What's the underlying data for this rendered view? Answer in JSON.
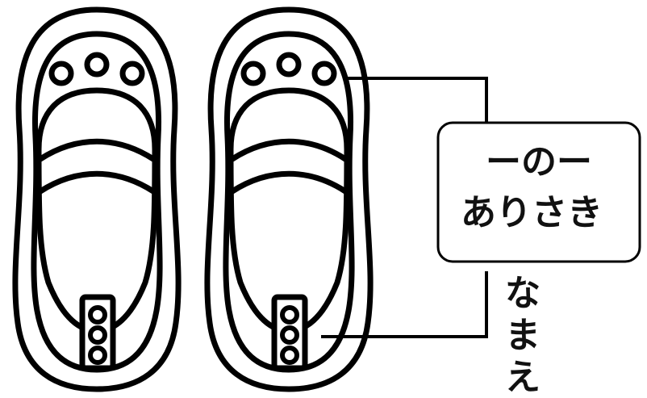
{
  "diagram": {
    "label_box": {
      "line1": "ーのー",
      "line2": "ありさき"
    },
    "name_label": [
      "な",
      "ま",
      "え"
    ],
    "colors": {
      "stroke": "#000000",
      "background": "#ffffff",
      "text": "#111111"
    }
  }
}
